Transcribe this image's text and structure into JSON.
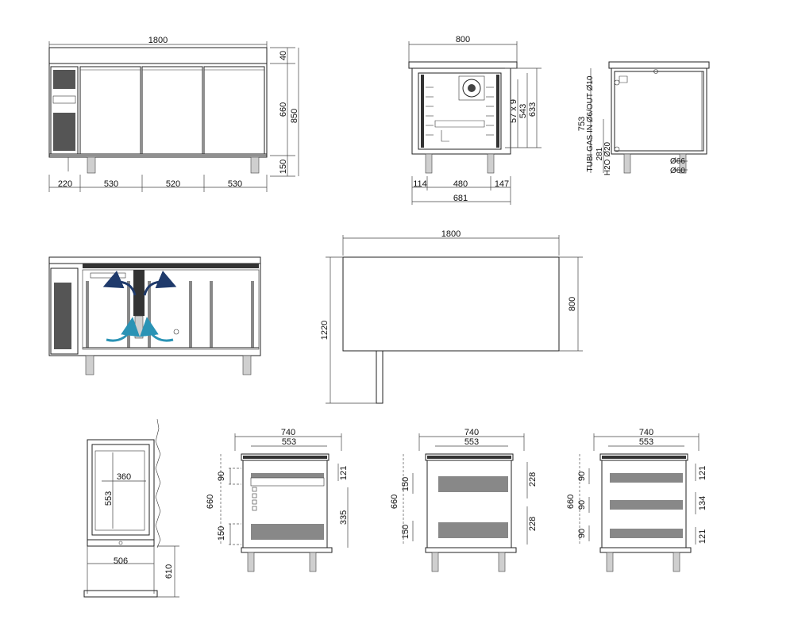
{
  "front_view": {
    "width": "1800",
    "top": "40",
    "body_height": "660",
    "total_height": "850",
    "legs": "150",
    "widths": [
      "220",
      "530",
      "520",
      "530"
    ]
  },
  "side_view": {
    "width": "800",
    "pitch": "57 x 9",
    "inner": "543",
    "outer": "633",
    "bottom": [
      "114",
      "480",
      "147"
    ],
    "total": "681"
  },
  "back_view": {
    "height": "753",
    "gas": "TUBI GAS IN Ø6/OUT Ø10",
    "level": "281",
    "water": "H2O Ø20",
    "pipe_a": "Ø66",
    "pipe_b": "Ø60"
  },
  "plan_view": {
    "width": "1800",
    "depth": "800",
    "clearance": "1220"
  },
  "door_detail": {
    "inner_width": "360",
    "height": "553",
    "bottom_width": "506",
    "depth": "610"
  },
  "drawer_views": [
    {
      "width": "740",
      "inner": "553",
      "height": "660",
      "left": [
        "90",
        "150"
      ],
      "right": [
        "121",
        "335"
      ]
    },
    {
      "width": "740",
      "inner": "553",
      "height": "660",
      "left": [
        "150",
        "150"
      ],
      "right": [
        "228",
        "228"
      ]
    },
    {
      "width": "740",
      "inner": "553",
      "height": "660",
      "left": [
        "90",
        "90",
        "90"
      ],
      "right": [
        "121",
        "134",
        "121"
      ]
    }
  ],
  "icons": {
    "airflow_out": "arrow-curved-out-icon",
    "airflow_in": "arrow-curved-in-icon",
    "colors": {
      "airflow_out": "#1f3a6b",
      "airflow_in": "#2a93b5"
    }
  }
}
